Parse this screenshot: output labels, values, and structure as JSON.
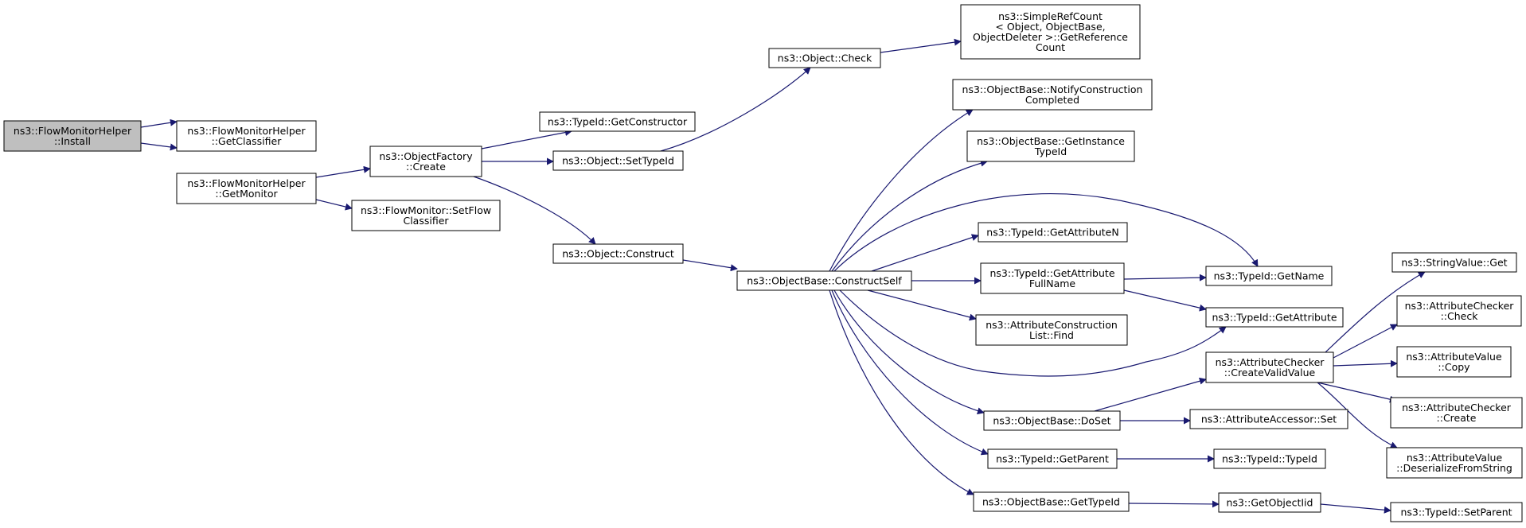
{
  "colors": {
    "edge": "#191970",
    "node_border": "#000000",
    "root_fill": "#bfbfbf",
    "node_fill": "#ffffff"
  },
  "nodes": {
    "install": [
      "ns3::FlowMonitorHelper",
      "::Install"
    ],
    "get_classifier": [
      "ns3::FlowMonitorHelper",
      "::GetClassifier"
    ],
    "get_monitor": [
      "ns3::FlowMonitorHelper",
      "::GetMonitor"
    ],
    "of_create": [
      "ns3::ObjectFactory",
      "::Create"
    ],
    "set_flow_classifier": [
      "ns3::FlowMonitor::SetFlow",
      "Classifier"
    ],
    "get_constructor": [
      "ns3::TypeId::GetConstructor"
    ],
    "set_type_id": [
      "ns3::Object::SetTypeId"
    ],
    "obj_construct": [
      "ns3::Object::Construct"
    ],
    "obj_check": [
      "ns3::Object::Check"
    ],
    "get_ref_count": [
      "ns3::SimpleRefCount",
      "< Object, ObjectBase,",
      "ObjectDeleter >::GetReference",
      "Count"
    ],
    "construct_self": [
      "ns3::ObjectBase::ConstructSelf"
    ],
    "notify_construction": [
      "ns3::ObjectBase::NotifyConstruction",
      "Completed"
    ],
    "get_instance_type_id": [
      "ns3::ObjectBase::GetInstance",
      "TypeId"
    ],
    "get_attribute_n": [
      "ns3::TypeId::GetAttributeN"
    ],
    "get_attribute_full_name": [
      "ns3::TypeId::GetAttribute",
      "FullName"
    ],
    "attr_construction_find": [
      "ns3::AttributeConstruction",
      "List::Find"
    ],
    "do_set": [
      "ns3::ObjectBase::DoSet"
    ],
    "get_parent": [
      "ns3::TypeId::GetParent"
    ],
    "get_type_id": [
      "ns3::ObjectBase::GetTypeId"
    ],
    "get_name": [
      "ns3::TypeId::GetName"
    ],
    "get_attribute": [
      "ns3::TypeId::GetAttribute"
    ],
    "create_valid_value": [
      "ns3::AttributeChecker",
      "::CreateValidValue"
    ],
    "accessor_set": [
      "ns3::AttributeAccessor::Set"
    ],
    "type_id_ctor": [
      "ns3::TypeId::TypeId"
    ],
    "get_object_iid": [
      "ns3::GetObjectIid"
    ],
    "string_value_get": [
      "ns3::StringValue::Get"
    ],
    "checker_check": [
      "ns3::AttributeChecker",
      "::Check"
    ],
    "value_copy": [
      "ns3::AttributeValue",
      "::Copy"
    ],
    "checker_create": [
      "ns3::AttributeChecker",
      "::Create"
    ],
    "deserialize_from_string": [
      "ns3::AttributeValue",
      "::DeserializeFromString"
    ],
    "set_parent": [
      "ns3::TypeId::SetParent"
    ]
  }
}
